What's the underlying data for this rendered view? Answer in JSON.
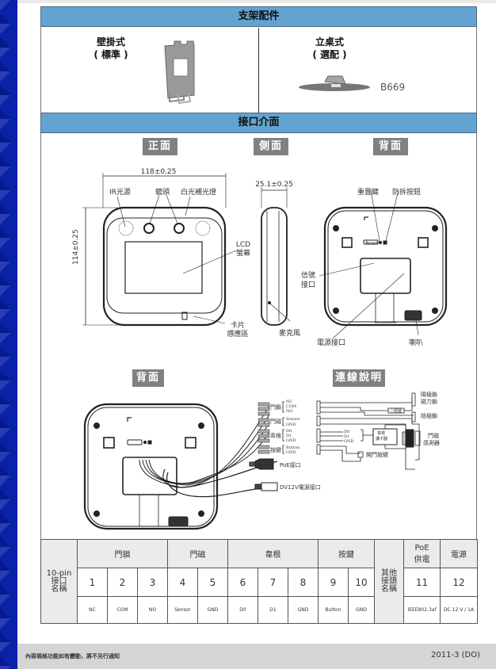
{
  "brackets": {
    "header": "支架配件",
    "wall": {
      "title": "壁掛式",
      "subtitle": "( 標準 )"
    },
    "desk": {
      "title": "立桌式",
      "subtitle": "( 選配 )",
      "model": "B669"
    }
  },
  "interface": {
    "header": "接口介面",
    "views": {
      "front": "正面",
      "side": "側面",
      "back": "背面",
      "back2": "背面",
      "wiring": "連線說明"
    },
    "front": {
      "width_dim": "118±0.25",
      "height_dim": "114±0.25",
      "ir": "IR光源",
      "lens": "鏡頭",
      "light": "白光補光燈",
      "lcd_1": "LCD",
      "lcd_2": "螢幕",
      "card_1": "卡片",
      "card_2": "感應區"
    },
    "side": {
      "depth_dim": "25.1±0.25",
      "mic": "麥克風"
    },
    "back": {
      "reset_key": "重置鍵",
      "tamper": "防拆按鈕",
      "signal_1": "信號",
      "signal_2": "接口",
      "power": "電源接口",
      "speaker": "喇叭",
      "reset_text": "Reset"
    },
    "wiring": {
      "groups": [
        {
          "name": "門鎖",
          "pins": [
            "NC",
            "COM",
            "NO"
          ]
        },
        {
          "name": "門磁",
          "pins": [
            "Sensor",
            "GND"
          ]
        },
        {
          "name": "韋根",
          "pins": [
            "D0",
            "D1",
            "GND"
          ]
        },
        {
          "name": "按鍵",
          "pins": [
            "Button",
            "GND"
          ]
        }
      ],
      "poe": "PoE接口",
      "dc": "DV12V電源接口",
      "anode_lock_1": "陽極鎖",
      "anode_lock_2": "磁力鎖",
      "cathode_lock": "陰極鎖",
      "diode": "二極體",
      "reader_1": "韋根",
      "reader_2": "讀卡器",
      "reader_pins": [
        "D0",
        "D1",
        "GND"
      ],
      "sensor_1": "門磁",
      "sensor_2": "感測器",
      "exit_button": "開門按鍵"
    }
  },
  "pin_table": {
    "side_label": [
      "10-pin",
      "接口",
      "名稱"
    ],
    "other_label": [
      "其他",
      "接頭",
      "名稱"
    ],
    "groups": [
      {
        "name": "門鎖"
      },
      {
        "name": "門磁"
      },
      {
        "name": "韋根"
      },
      {
        "name": "按鍵"
      }
    ],
    "poe_header": [
      "PoE",
      "供電"
    ],
    "power_header": "電源",
    "numbers": [
      "1",
      "2",
      "3",
      "4",
      "5",
      "6",
      "7",
      "8",
      "9",
      "10"
    ],
    "signals": [
      "NC",
      "COM",
      "NO",
      "Sensor",
      "GND",
      "D0",
      "D1",
      "GND",
      "Button",
      "GND"
    ],
    "other_numbers": [
      "11",
      "12"
    ],
    "other_signals": [
      "IEEE802.3af",
      "DC 12 V / 1A"
    ]
  },
  "footer": {
    "note": "內容規格功能如有變動，將不另行通知",
    "version": "2011-3 (DO)"
  },
  "colors": {
    "header_bar": "#62a3d0",
    "stripe": "#0a22a8",
    "tag": "#808080",
    "footer": "#d3d5d7"
  }
}
